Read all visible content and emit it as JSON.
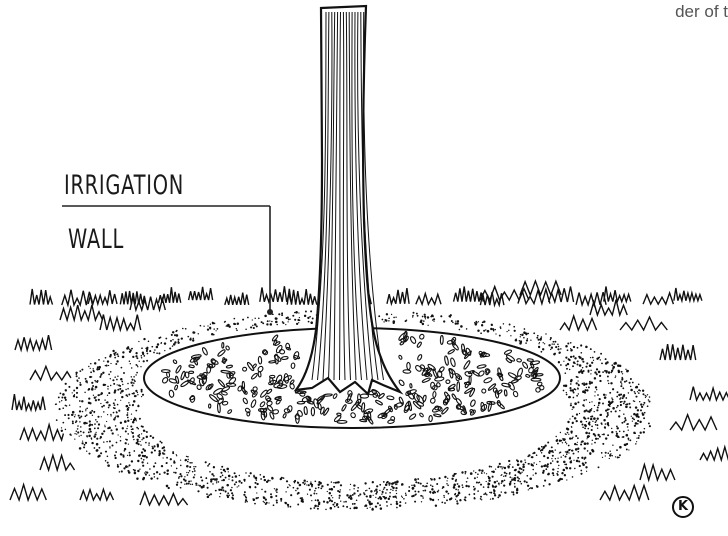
{
  "caption_fragment": "der of t",
  "labels": {
    "line1": "IRRIGATION",
    "line2": "WALL"
  },
  "signature_mark": "K",
  "colors": {
    "ink": "#111111",
    "paper": "#ffffff",
    "caption": "#555555"
  }
}
